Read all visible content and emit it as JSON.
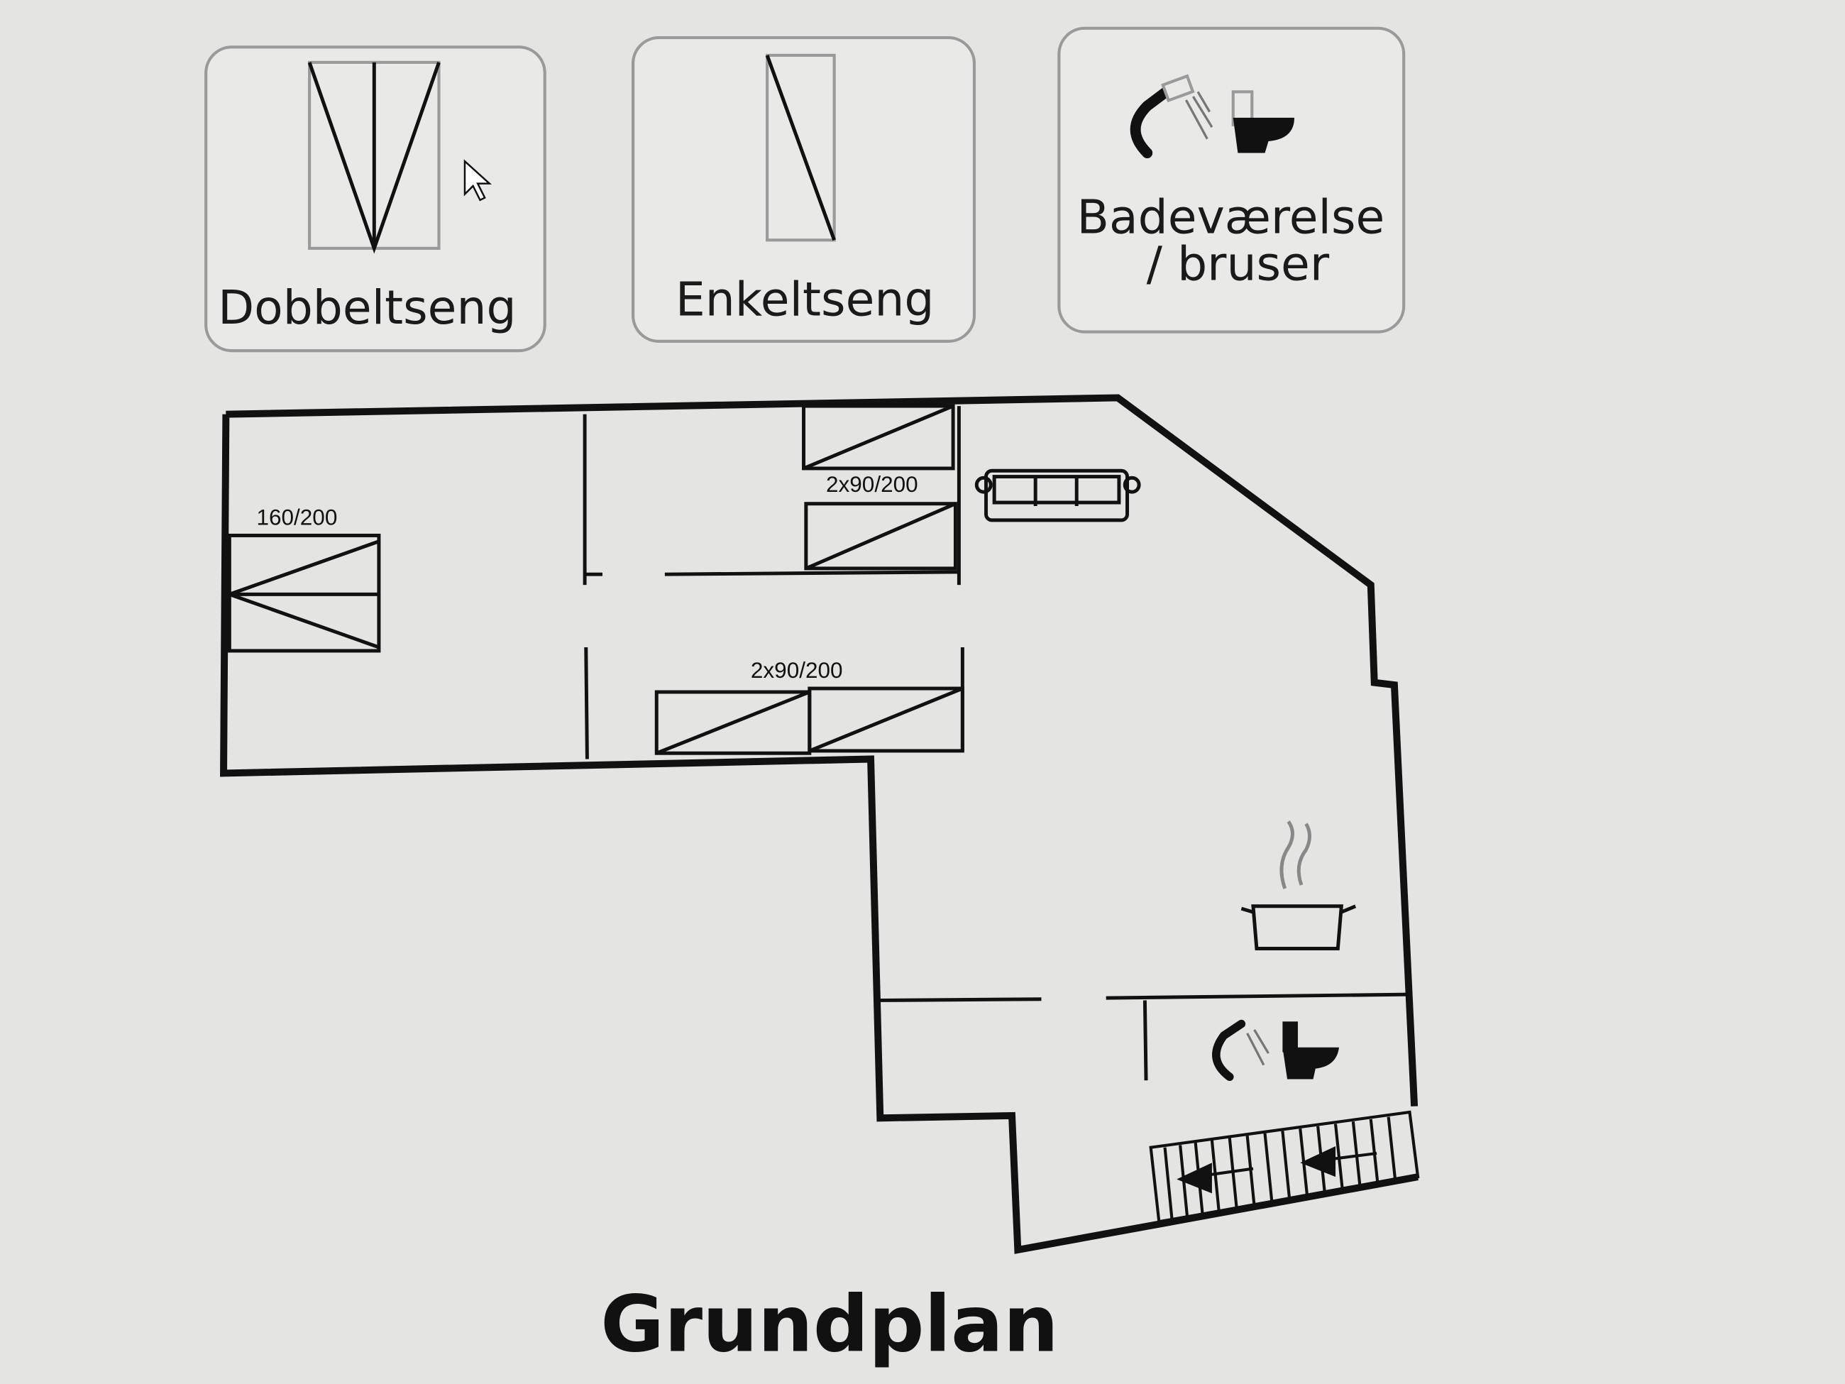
{
  "legend": {
    "double_bed": "Dobbeltseng",
    "single_bed": "Enkeltseng",
    "bathroom_line1": "Badeværelse",
    "bathroom_line2": "/ bruser"
  },
  "plan": {
    "double_bed_size": "160/200",
    "bunk_top_size": "2x90/200",
    "bunk_bottom_size": "2x90/200",
    "title": "Grundplan"
  }
}
